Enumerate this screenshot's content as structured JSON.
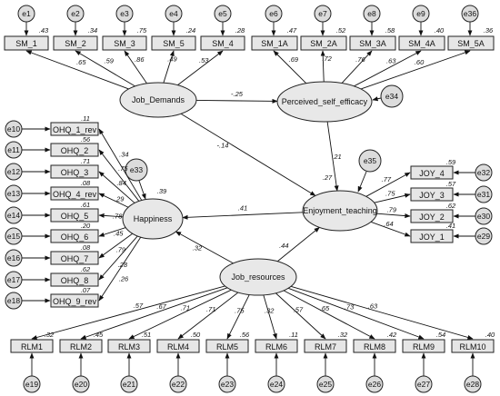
{
  "latents": {
    "job_demands": "Job_Demands",
    "self_efficacy": "Perceived_self_efficacy",
    "happiness": "Happiness",
    "enjoyment": "Enjoyment_teaching",
    "job_resources": "Job_resources"
  },
  "sm_items": [
    {
      "label": "SM_1",
      "err": "e1",
      "r2": ".43",
      "load": ".65"
    },
    {
      "label": "SM_2",
      "err": "e2",
      "r2": ".34",
      "load": ".59"
    },
    {
      "label": "SM_3",
      "err": "e3",
      "r2": ".75",
      "load": ".86"
    },
    {
      "label": "SM_5",
      "err": "e4",
      "r2": ".24",
      "load": ".49"
    },
    {
      "label": "SM_4",
      "err": "e5",
      "r2": ".28",
      "load": ".53"
    }
  ],
  "sma_items": [
    {
      "label": "SM_1A",
      "err": "e6",
      "r2": ".47",
      "load": ".69"
    },
    {
      "label": "SM_2A",
      "err": "e7",
      "r2": ".52",
      "load": ".72"
    },
    {
      "label": "SM_3A",
      "err": "e8",
      "r2": ".58",
      "load": ".76"
    },
    {
      "label": "SM_4A",
      "err": "e9",
      "r2": ".40",
      "load": ".63"
    },
    {
      "label": "SM_5A",
      "err": "e36",
      "r2": ".36",
      "load": ".60"
    }
  ],
  "ohq_items": [
    {
      "label": "OHQ_1_rev",
      "err": "e10",
      "r2": ".11",
      "load": ".34"
    },
    {
      "label": "OHQ_2",
      "err": "e11",
      "r2": ".56",
      "load": ".75"
    },
    {
      "label": "OHQ_3",
      "err": "e12",
      "r2": ".71",
      "load": ".84"
    },
    {
      "label": "OHQ_4_rev",
      "err": "e13",
      "r2": ".08",
      "load": ".29"
    },
    {
      "label": "OHQ_5",
      "err": "e14",
      "r2": ".61",
      "load": ".78"
    },
    {
      "label": "OHQ_6",
      "err": "e15",
      "r2": ".20",
      "load": ".45"
    },
    {
      "label": "OHQ_7",
      "err": "e16",
      "r2": ".08",
      "load": ".79"
    },
    {
      "label": "OHQ_8",
      "err": "e17",
      "r2": ".62",
      "load": ".28"
    },
    {
      "label": "OHQ_9_rev",
      "err": "e18",
      "r2": ".07",
      "load": ".26"
    }
  ],
  "joy_items": [
    {
      "label": "JOY_4",
      "err": "e32",
      "r2": ".59",
      "load": ".77"
    },
    {
      "label": "JOY_3",
      "err": "e31",
      "r2": ".57",
      "load": ".75"
    },
    {
      "label": "JOY_2",
      "err": "e30",
      "r2": ".62",
      "load": ".79"
    },
    {
      "label": "JOY_1",
      "err": "e29",
      "r2": ".41",
      "load": ".64"
    }
  ],
  "rlm_items": [
    {
      "label": "RLM1",
      "err": "e19",
      "r2": ".32",
      "load": ".57"
    },
    {
      "label": "RLM2",
      "err": "e20",
      "r2": ".45",
      "load": ".67"
    },
    {
      "label": "RLM3",
      "err": "e21",
      "r2": ".51",
      "load": ".71"
    },
    {
      "label": "RLM4",
      "err": "e22",
      "r2": ".50",
      "load": ".71"
    },
    {
      "label": "RLM5",
      "err": "e23",
      "r2": ".56",
      "load": ".75"
    },
    {
      "label": "RLM6",
      "err": "e24",
      "r2": ".11",
      "load": ".32"
    },
    {
      "label": "RLM7",
      "err": "e25",
      "r2": ".32",
      "load": ".57"
    },
    {
      "label": "RLM8",
      "err": "e26",
      "r2": ".42",
      "load": ".65"
    },
    {
      "label": "RLM9",
      "err": "e27",
      "r2": ".54",
      "load": ".73"
    },
    {
      "label": "RLM10",
      "err": "e28",
      "r2": ".40",
      "load": ".63"
    }
  ],
  "latent_errors": {
    "self_efficacy": "e34",
    "happiness": "e33",
    "enjoyment": "e35"
  },
  "r2_latent": {
    "happiness": ".39",
    "enjoyment": ".27"
  },
  "paths": {
    "demands_to_efficacy": "-.25",
    "demands_to_enjoyment": "-.14",
    "efficacy_to_enjoyment": ".21",
    "enjoyment_to_happiness": ".41",
    "resources_to_happiness": ".32",
    "resources_to_enjoyment": ".44"
  },
  "colors": {
    "box_fill": "#e6e6e6",
    "ellipse_fill": "#e8e8e8",
    "line": "#111111"
  }
}
